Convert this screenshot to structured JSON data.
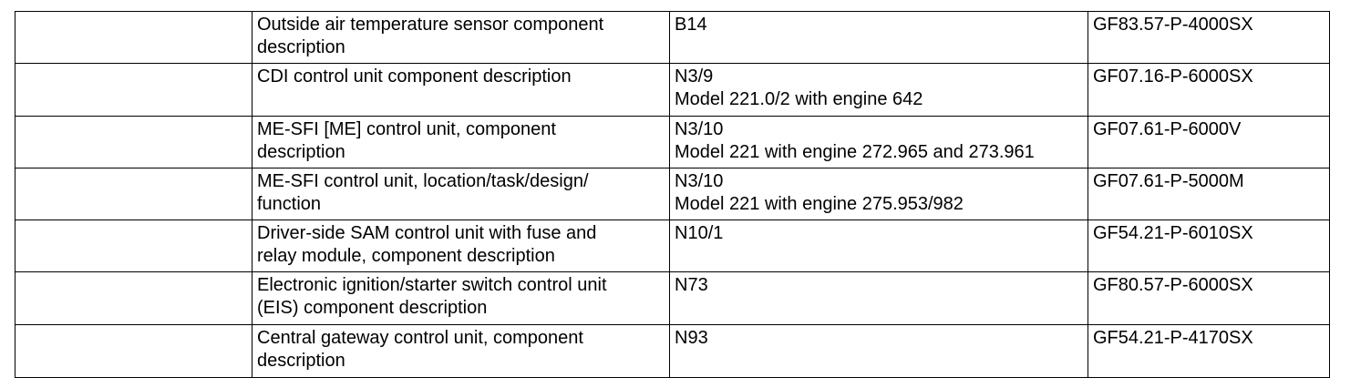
{
  "rows": [
    {
      "description": "Outside air temperature sensor component description",
      "description_lines": [
        "Outside air temperature sensor component",
        "description"
      ],
      "component": [
        "B14"
      ],
      "document": "GF83.57-P-4000SX"
    },
    {
      "description": "CDI control unit component description",
      "description_lines": [
        "CDI control unit component description"
      ],
      "component": [
        "N3/9",
        "Model 221.0/2 with engine 642"
      ],
      "document": "GF07.16-P-6000SX"
    },
    {
      "description": "ME-SFI [ME] control unit, component description",
      "description_lines": [
        "ME-SFI [ME] control unit, component",
        "description"
      ],
      "component": [
        "N3/10",
        "Model 221 with engine 272.965 and 273.961"
      ],
      "document": "GF07.61-P-6000V"
    },
    {
      "description": "ME-SFI control unit, location/task/design/function",
      "description_lines": [
        "ME-SFI control unit, location/task/design/",
        "function"
      ],
      "component": [
        "N3/10",
        "Model 221 with engine 275.953/982"
      ],
      "document": "GF07.61-P-5000M"
    },
    {
      "description": "Driver-side SAM control unit with fuse and relay module, component description",
      "description_lines": [
        "Driver-side SAM control unit with fuse and",
        "relay module, component description"
      ],
      "component": [
        "N10/1"
      ],
      "document": "GF54.21-P-6010SX"
    },
    {
      "description": "Electronic ignition/starter switch control unit (EIS) component description",
      "description_lines": [
        "Electronic ignition/starter switch control unit",
        "(EIS) component description"
      ],
      "component": [
        "N73"
      ],
      "document": "GF80.57-P-6000SX"
    },
    {
      "description": "Central gateway control unit, component description",
      "description_lines": [
        "Central gateway control unit, component",
        "description"
      ],
      "component": [
        "N93"
      ],
      "document": "GF54.21-P-4170SX"
    }
  ]
}
